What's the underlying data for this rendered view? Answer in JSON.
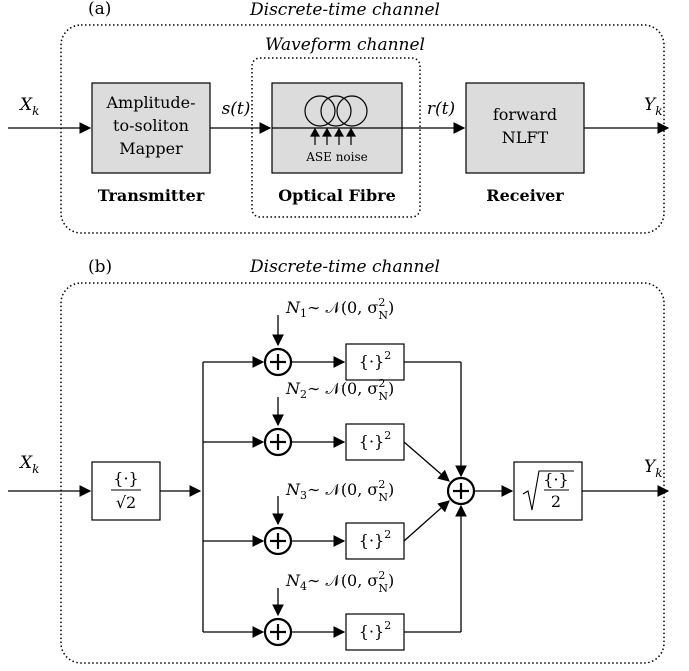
{
  "panel_a": {
    "label": "(a)",
    "outer_title": "Discrete-time channel",
    "inner_title": "Waveform channel",
    "input": "X",
    "input_sub": "k",
    "output": "Y",
    "output_sub": "k",
    "signal_s": "s(t)",
    "signal_r": "r(t)",
    "transmitter": {
      "line1": "Amplitude-",
      "line2": "to-soliton",
      "line3": "Mapper",
      "caption": "Transmitter"
    },
    "fibre": {
      "noise_label": "ASE noise",
      "caption": "Optical Fibre"
    },
    "receiver": {
      "line1": "forward",
      "line2": "NLFT",
      "caption": "Receiver"
    }
  },
  "panel_b": {
    "label": "(b)",
    "title": "Discrete-time channel",
    "input": "X",
    "input_sub": "k",
    "output": "Y",
    "output_sub": "k",
    "noises": [
      {
        "name": "N",
        "sub": "1",
        "dist": "∼ 𝒩(0, σ",
        "sq": "2",
        "nsub": "N",
        "close": ")"
      },
      {
        "name": "N",
        "sub": "2",
        "dist": "∼ 𝒩(0, σ",
        "sq": "2",
        "nsub": "N",
        "close": ")"
      },
      {
        "name": "N",
        "sub": "3",
        "dist": "∼ 𝒩(0, σ",
        "sq": "2",
        "nsub": "N",
        "close": ")"
      },
      {
        "name": "N",
        "sub": "4",
        "dist": "∼ 𝒩(0, σ",
        "sq": "2",
        "nsub": "N",
        "close": ")"
      }
    ],
    "square_block": "{·}",
    "square_exp": "2",
    "div_num": "{·}",
    "div_den": "√2",
    "sqrt_num": "{·}",
    "sqrt_den": "2"
  }
}
